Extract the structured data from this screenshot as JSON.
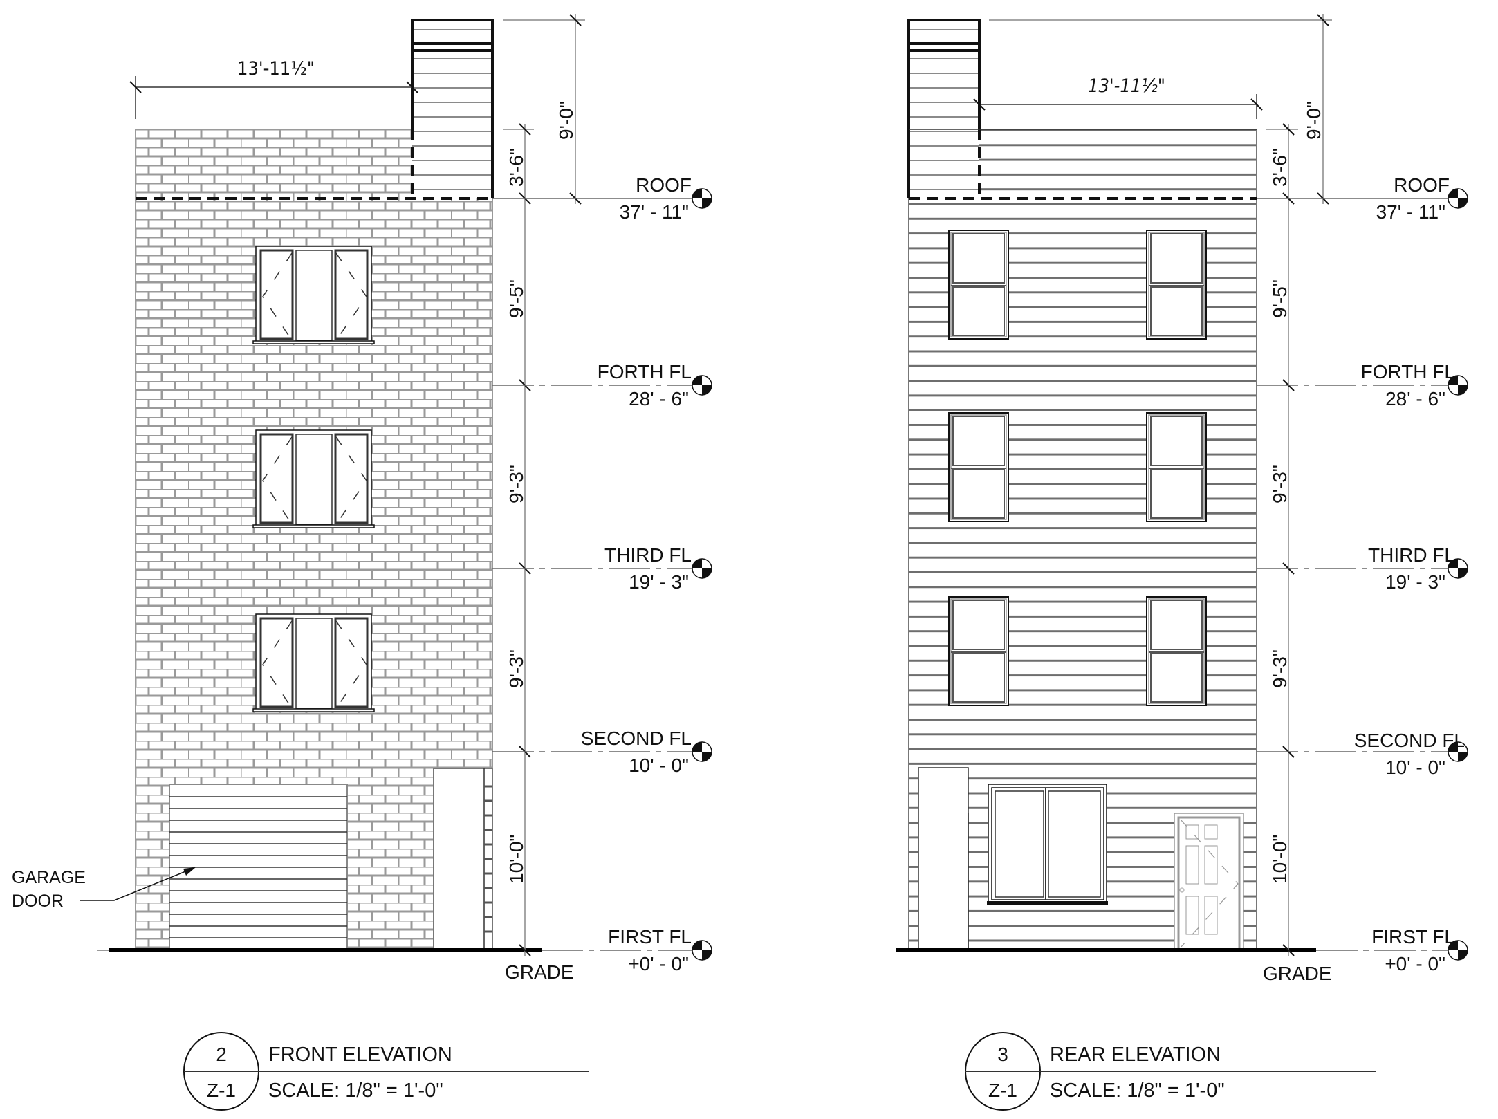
{
  "drawings": [
    {
      "id": "front",
      "title": "FRONT ELEVATION",
      "detail_number": "2",
      "sheet": "Z-1",
      "scale": "SCALE: 1/8\" = 1'-0\"",
      "width_dim": "13'-11½\"",
      "chimney_dim": "9'-0\"",
      "parapet_dim": "3'-6\"",
      "story_dims": [
        "9'-5\"",
        "9'-3\"",
        "9'-3\"",
        "10'-0\""
      ],
      "grade_label": "GRADE",
      "note": {
        "line1": "GARAGE",
        "line2": "DOOR"
      },
      "material": "brick",
      "levels": [
        {
          "name": "ROOF",
          "elev": "37' - 11\""
        },
        {
          "name": "FORTH FL",
          "elev": "28' - 6\""
        },
        {
          "name": "THIRD FL",
          "elev": "19' - 3\""
        },
        {
          "name": "SECOND FL",
          "elev": "10' - 0\""
        },
        {
          "name": "FIRST FL",
          "elev": "+0' - 0\""
        }
      ]
    },
    {
      "id": "rear",
      "title": "REAR ELEVATION",
      "detail_number": "3",
      "sheet": "Z-1",
      "scale": "SCALE: 1/8\" = 1'-0\"",
      "width_dim": "13'-11½\"",
      "chimney_dim": "9'-0\"",
      "parapet_dim": "3'-6\"",
      "story_dims": [
        "9'-5\"",
        "9'-3\"",
        "9'-3\"",
        "10'-0\""
      ],
      "grade_label": "GRADE",
      "material": "horizontal siding",
      "levels": [
        {
          "name": "ROOF",
          "elev": "37' - 11\""
        },
        {
          "name": "FORTH FL",
          "elev": "28' - 6\""
        },
        {
          "name": "THIRD FL",
          "elev": "19' - 3\""
        },
        {
          "name": "SECOND FL",
          "elev": "10' - 0\""
        },
        {
          "name": "FIRST FL",
          "elev": "+0' - 0\""
        }
      ]
    }
  ],
  "colors": {
    "line": "#111111",
    "hatch": "#9a9a9a",
    "siding": "#6e6e6e",
    "background": "#ffffff"
  }
}
